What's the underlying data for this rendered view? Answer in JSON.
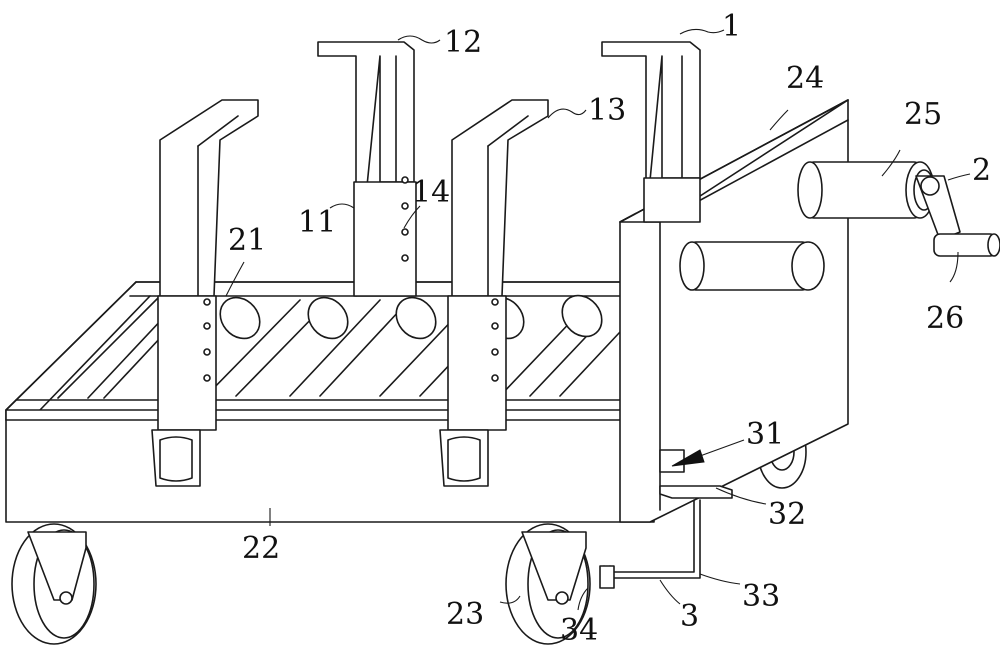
{
  "labels": {
    "l1": "1",
    "l2": "2",
    "l3": "3",
    "l11": "11",
    "l12": "12",
    "l13": "13",
    "l14": "14",
    "l21": "21",
    "l22": "22",
    "l23": "23",
    "l24": "24",
    "l25": "25",
    "l26": "26",
    "l31": "31",
    "l32": "32",
    "l33": "33",
    "l34": "34"
  }
}
